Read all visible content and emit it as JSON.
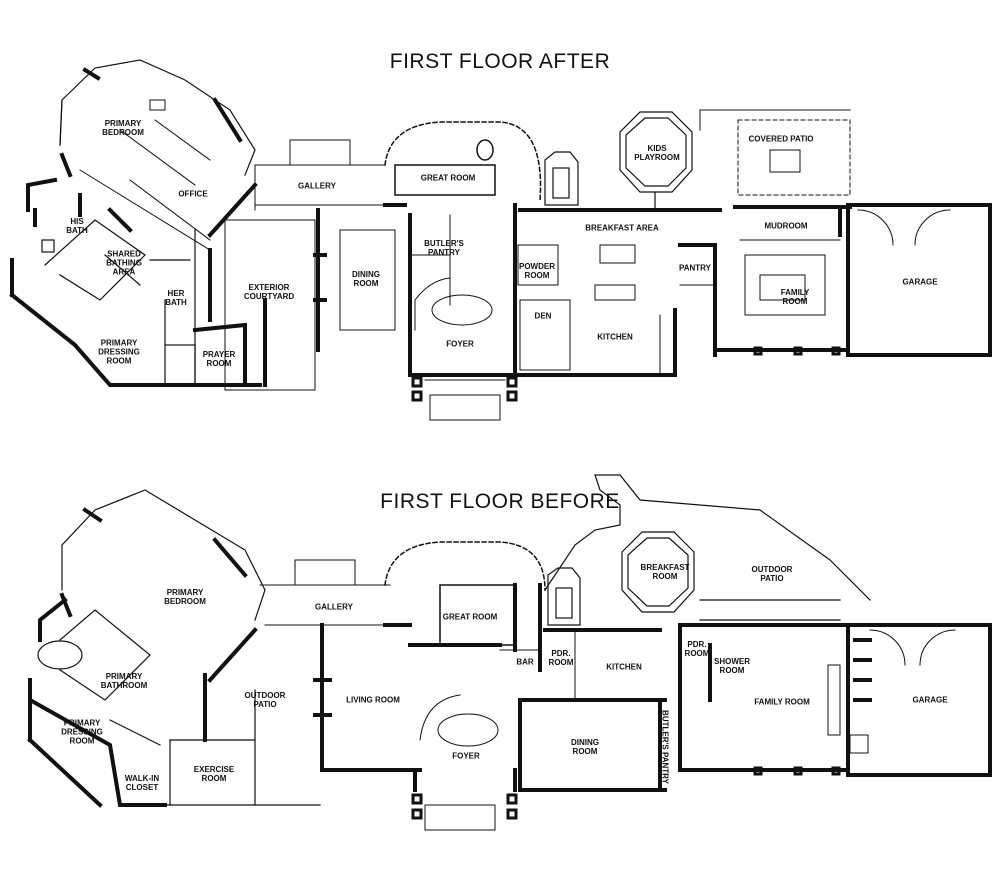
{
  "titles": {
    "after": "FIRST FLOOR AFTER",
    "before": "FIRST FLOOR BEFORE"
  },
  "after_rooms": {
    "primary_bedroom": "PRIMARY\nBEDROOM",
    "office": "OFFICE",
    "his_bath": "HIS\nBATH",
    "shared_bathing": "SHARED\nBATHING\nAREA",
    "her_bath": "HER\nBATH",
    "primary_dressing": "PRIMARY\nDRESSING\nROOM",
    "prayer_room": "PRAYER\nROOM",
    "gallery": "GALLERY",
    "exterior_courtyard": "EXTERIOR\nCOURTYARD",
    "dining_room": "DINING\nROOM",
    "great_room": "GREAT ROOM",
    "butlers_pantry": "BUTLER'S\nPANTRY",
    "foyer": "FOYER",
    "breakfast_area": "BREAKFAST AREA",
    "powder_room": "POWDER\nROOM",
    "den": "DEN",
    "kitchen": "KITCHEN",
    "pantry": "PANTRY",
    "kids_playroom": "KIDS\nPLAYROOM",
    "covered_patio": "COVERED PATIO",
    "mudroom": "MUDROOM",
    "family_room": "FAMILY\nROOM",
    "garage": "GARAGE"
  },
  "before_rooms": {
    "primary_bedroom": "PRIMARY\nBEDROOM",
    "primary_bathroom": "PRIMARY\nBATHROOM",
    "primary_dressing": "PRIMARY\nDRESSING\nROOM",
    "walkin_closet": "WALK-IN\nCLOSET",
    "exercise_room": "EXERCISE\nROOM",
    "outdoor_patio_left": "OUTDOOR\nPATIO",
    "gallery": "GALLERY",
    "living_room": "LIVING ROOM",
    "great_room": "GREAT ROOM",
    "bar": "BAR",
    "pdr_room": "PDR.\nROOM",
    "foyer": "FOYER",
    "kitchen": "KITCHEN",
    "dining_room": "DINING\nROOM",
    "butlers_pantry": "BUTLER'S PANTRY",
    "breakfast_room": "BREAKFAST\nROOM",
    "outdoor_patio_right": "OUTDOOR\nPATIO",
    "pdr_room_2": "PDR.\nROOM",
    "shower_room": "SHOWER\nROOM",
    "family_room": "FAMILY ROOM",
    "garage": "GARAGE"
  }
}
